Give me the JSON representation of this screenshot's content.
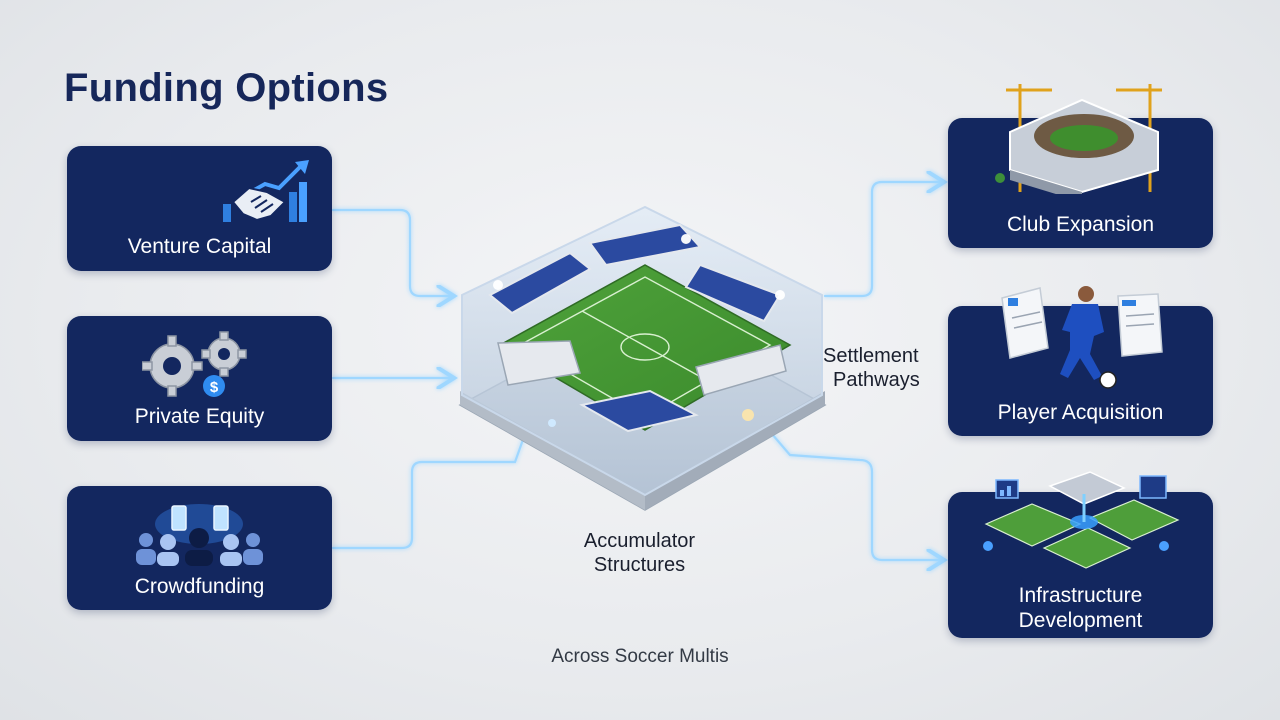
{
  "page": {
    "title": "Funding Options"
  },
  "sources": [
    {
      "label": "Venture Capital",
      "icon": "handshake-growth-icon"
    },
    {
      "label": "Private Equity",
      "icon": "gears-dollar-icon"
    },
    {
      "label": "Crowdfunding",
      "icon": "crowd-phones-icon"
    }
  ],
  "targets": [
    {
      "label": "Club Expansion",
      "icon": "stadium-construction-icon"
    },
    {
      "label": "Player Acquisition",
      "icon": "player-contract-icon"
    },
    {
      "label_line1": "Infrastructure",
      "label_line2": "Development",
      "icon": "connected-pitches-icon"
    }
  ],
  "hub": {
    "icon": "glass-stadium-icon",
    "label_top_line1": "Settlement",
    "label_top_line2": "Pathways",
    "label_bottom_line1": "Accumulator",
    "label_bottom_line2": "Structures"
  },
  "caption": "Across Soccer Multis",
  "colors": {
    "card": "#13275f",
    "title": "#16275a",
    "connector": "#8fd0ff",
    "background": "#eceef1"
  }
}
